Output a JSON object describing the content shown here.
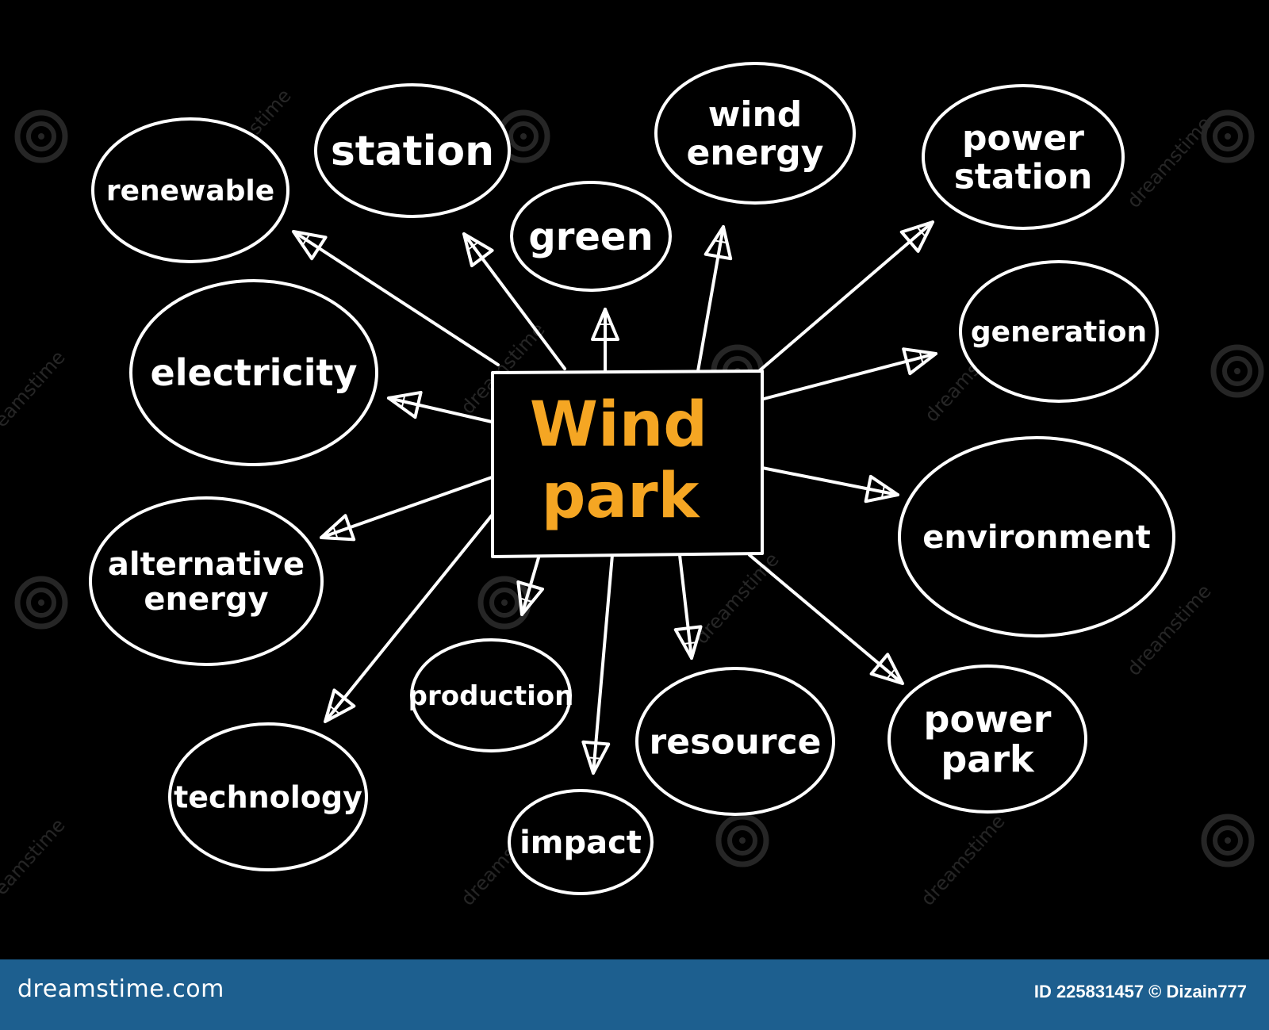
{
  "center": {
    "line1": "Wind",
    "line2": "park",
    "color": "#f5a623"
  },
  "nodes": [
    {
      "id": "renewable",
      "lines": [
        "renewable"
      ]
    },
    {
      "id": "station",
      "lines": [
        "station"
      ]
    },
    {
      "id": "green",
      "lines": [
        "green"
      ]
    },
    {
      "id": "wind-energy",
      "lines": [
        "wind",
        "energy"
      ]
    },
    {
      "id": "power-station",
      "lines": [
        "power",
        "station"
      ]
    },
    {
      "id": "generation",
      "lines": [
        "generation"
      ]
    },
    {
      "id": "electricity",
      "lines": [
        "electricity"
      ]
    },
    {
      "id": "environment",
      "lines": [
        "environment"
      ]
    },
    {
      "id": "alternative-energy",
      "lines": [
        "alternative",
        "energy"
      ]
    },
    {
      "id": "production",
      "lines": [
        "production"
      ]
    },
    {
      "id": "resource",
      "lines": [
        "resource"
      ]
    },
    {
      "id": "power-park",
      "lines": [
        "power",
        "park"
      ]
    },
    {
      "id": "technology",
      "lines": [
        "technology"
      ]
    },
    {
      "id": "impact",
      "lines": [
        "impact"
      ]
    }
  ],
  "watermark": {
    "text": "dreamstime",
    "icon": "spiral-icon"
  },
  "footer": {
    "brand": "dreamstime.com",
    "id_text": "ID 225831457 © Dizain777",
    "bg_color": "#1d5f8f"
  },
  "colors": {
    "background": "#000000",
    "stroke": "#ffffff"
  }
}
